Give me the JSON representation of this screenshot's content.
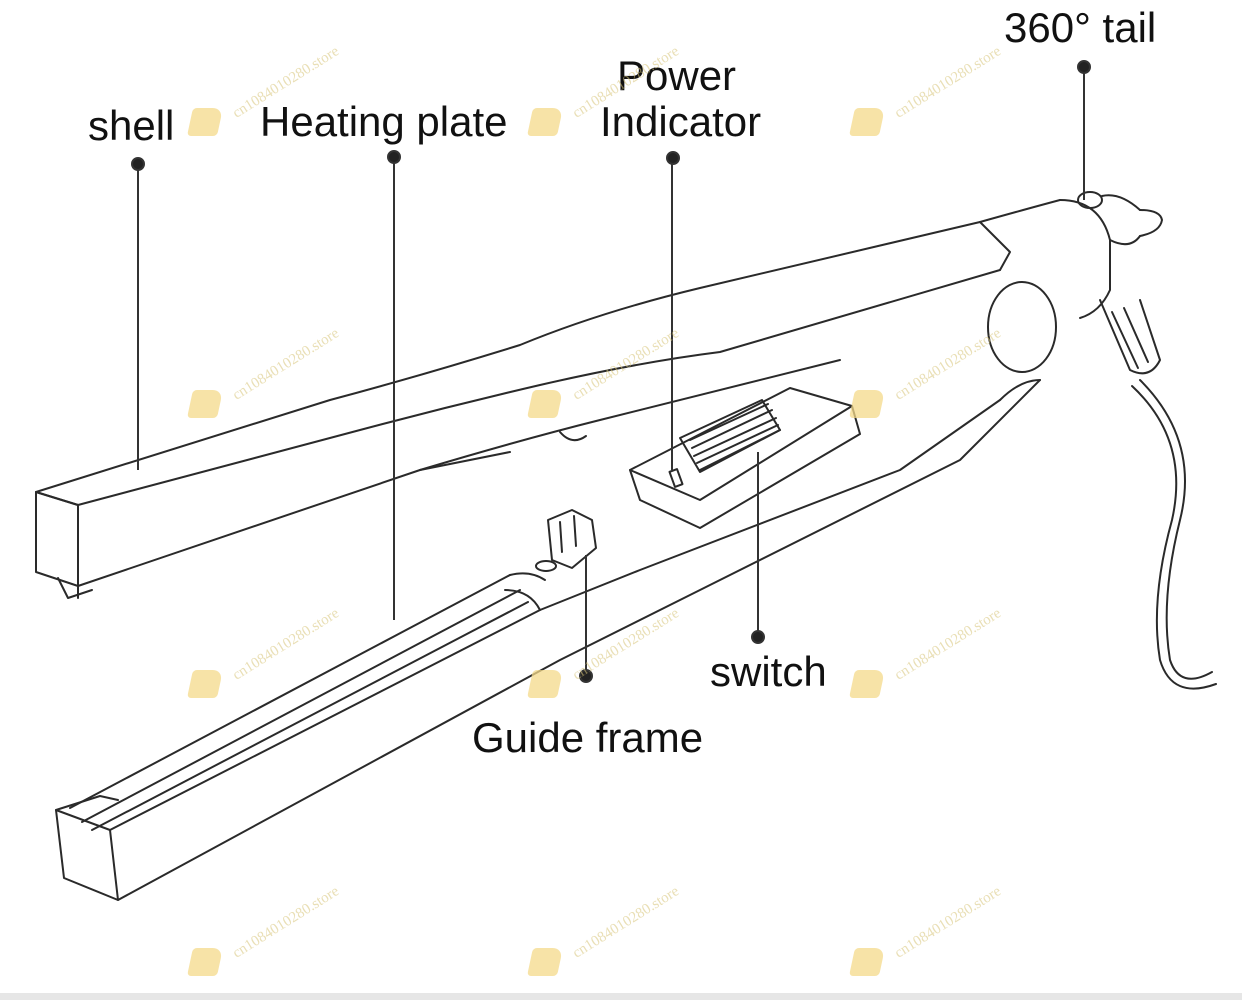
{
  "labels": {
    "shell": "shell",
    "heating_plate": "Heating plate",
    "power_indicator_line1": "Power",
    "power_indicator_line2": "Indicator",
    "tail": "360° tail",
    "switch": "switch",
    "guide_frame": "Guide frame"
  },
  "watermark": {
    "text": "cn1084010280.store",
    "icon": "brand-logo-icon",
    "color": "#f4d98a"
  },
  "colors": {
    "line": "#222222",
    "background": "#ffffff"
  }
}
